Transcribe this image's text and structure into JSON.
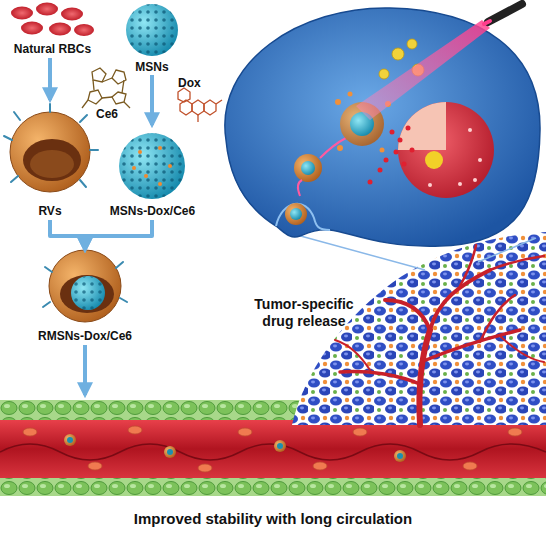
{
  "diagram": {
    "nodes": [
      {
        "text": [
          "Natural RBCs"
        ]
      },
      {
        "text": [
          "MSNs"
        ]
      },
      {
        "text": [
          "RVs"
        ]
      },
      {
        "text": [
          "MSNs-Dox/Ce6"
        ]
      },
      {
        "text": [
          "RMSNs-Dox/Ce6"
        ]
      },
      {
        "text": [
          "Improved stability with long circulation"
        ]
      }
    ],
    "edges": [
      {
        "from": 0,
        "to": 2,
        "arrow": "to"
      },
      {
        "from": 1,
        "to": 3,
        "arrow": "to"
      },
      {
        "from": 2,
        "to": 4,
        "arrow": "to"
      },
      {
        "from": 3,
        "to": 4,
        "arrow": "to"
      },
      {
        "from": 4,
        "to": 5,
        "arrow": "to"
      }
    ],
    "labels": [
      "Ce6",
      "Dox",
      "Tumor-specific drug release"
    ]
  }
}
